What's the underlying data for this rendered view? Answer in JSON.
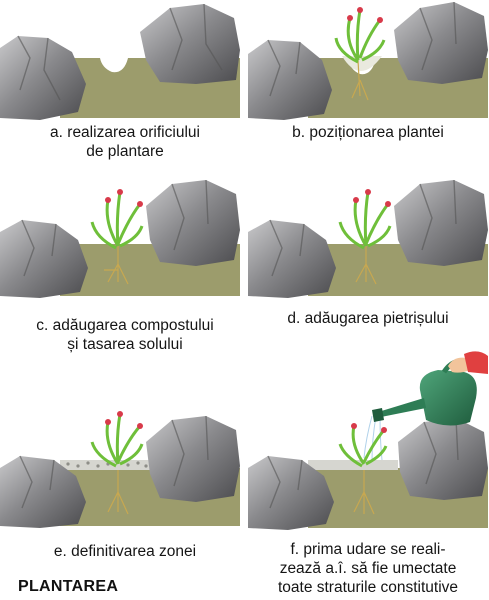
{
  "title": "PLANTAREA",
  "steps": [
    {
      "id": "a",
      "line1": "a. realizarea orificiului",
      "line2": "de plantare"
    },
    {
      "id": "b",
      "line1": "b. poziționarea plantei",
      "line2": ""
    },
    {
      "id": "c",
      "line1": "c. adăugarea compostului",
      "line2": "și tasarea solului"
    },
    {
      "id": "d",
      "line1": "d. adăugarea pietrișului",
      "line2": ""
    },
    {
      "id": "e",
      "line1": "e. definitivarea zonei",
      "line2": ""
    },
    {
      "id": "f",
      "line1": "f.  prima udare se reali-",
      "line2": "zează a.î. să fie umectate",
      "line3": "toate straturile constitutive"
    }
  ],
  "colors": {
    "soil": "#9c9c6c",
    "rock": "#6e6e70",
    "plant": "#6fbf3a",
    "flower": "#d83a4a",
    "can": "#2e7d55",
    "hand": "#e04040"
  }
}
